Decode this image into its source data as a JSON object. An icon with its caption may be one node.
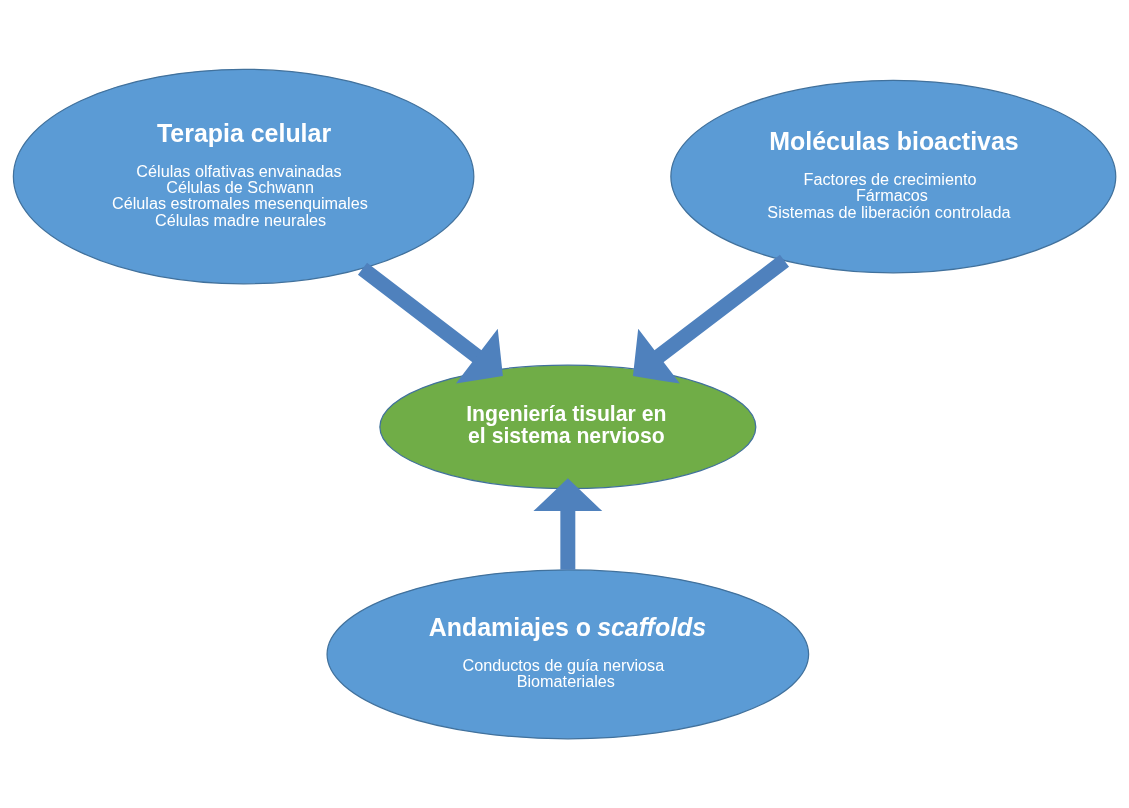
{
  "diagram": {
    "nodes": [
      {
        "text": [
          "Terapia celular",
          "Células olfativas envainadas",
          "Células de Schwann",
          "Células estromales mesenquimales",
          "Células madre neurales"
        ]
      },
      {
        "text": [
          "Moléculas bioactivas",
          "Factores de crecimiento",
          "Fármacos",
          "Sistemas de liberación controlada"
        ]
      },
      {
        "text": [
          "Ingeniería tisular en el sistema nervioso"
        ]
      },
      {
        "text": [
          "Andamiajes o *scaffolds*",
          "Conductos de guía nerviosa",
          "Biomateriales"
        ]
      }
    ],
    "edges": [
      {
        "from": 0,
        "to": 2,
        "arrow": "to"
      },
      {
        "from": 1,
        "to": 2,
        "arrow": "to"
      },
      {
        "from": 3,
        "to": 2,
        "arrow": "to"
      }
    ]
  }
}
